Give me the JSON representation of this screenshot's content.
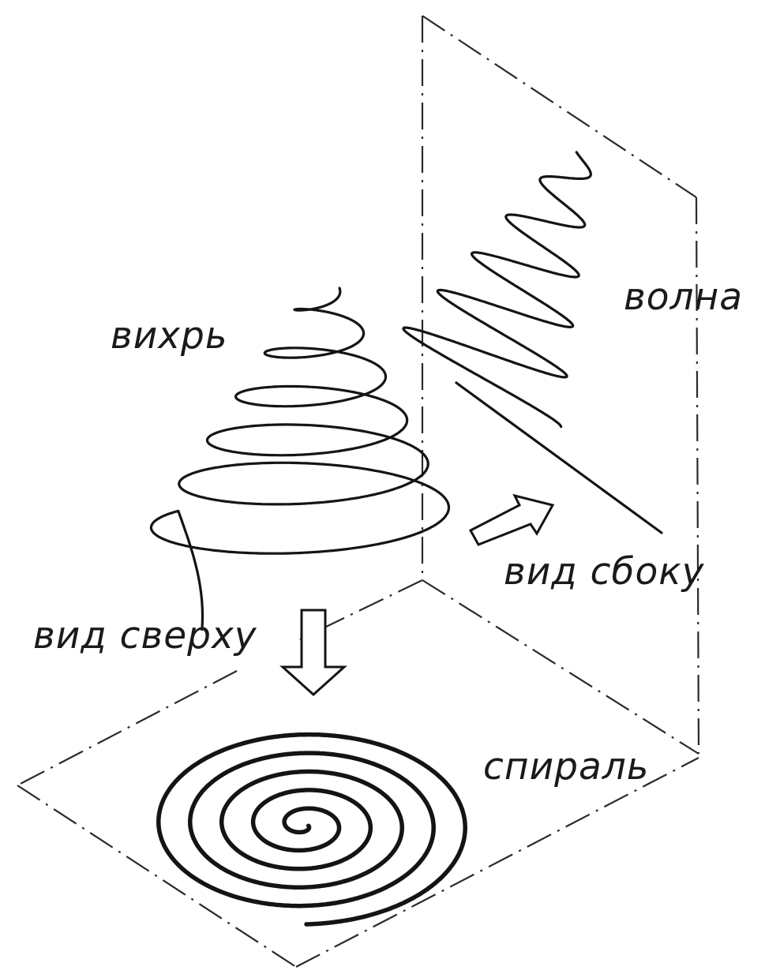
{
  "labels": {
    "vortex": "вихрь",
    "wave": "волна",
    "top_view": "вид сверху",
    "side_view": "вид сбоку",
    "spiral": "спираль"
  }
}
